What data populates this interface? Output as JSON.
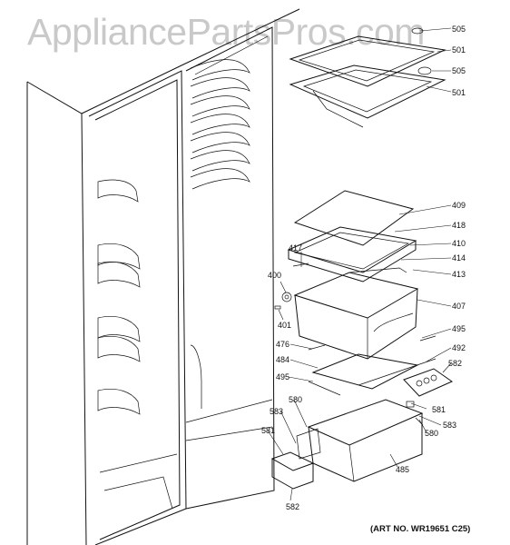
{
  "watermark": "AppliancePartsPros.com",
  "art_number": "(ART NO. WR19651 C25)",
  "callouts": {
    "c505a": "505",
    "c501a": "501",
    "c505b": "505",
    "c501b": "501",
    "c409": "409",
    "c418": "418",
    "c410": "410",
    "c414": "414",
    "c413": "413",
    "c417": "417",
    "c400": "400",
    "c401": "401",
    "c407": "407",
    "c476": "476",
    "c484": "484",
    "c495a": "495",
    "c495b": "495",
    "c492": "492",
    "c582a": "582",
    "c580a": "580",
    "c583a": "583",
    "c581a": "581",
    "c581b": "581",
    "c583b": "583",
    "c580b": "580",
    "c485": "485",
    "c582b": "582"
  }
}
